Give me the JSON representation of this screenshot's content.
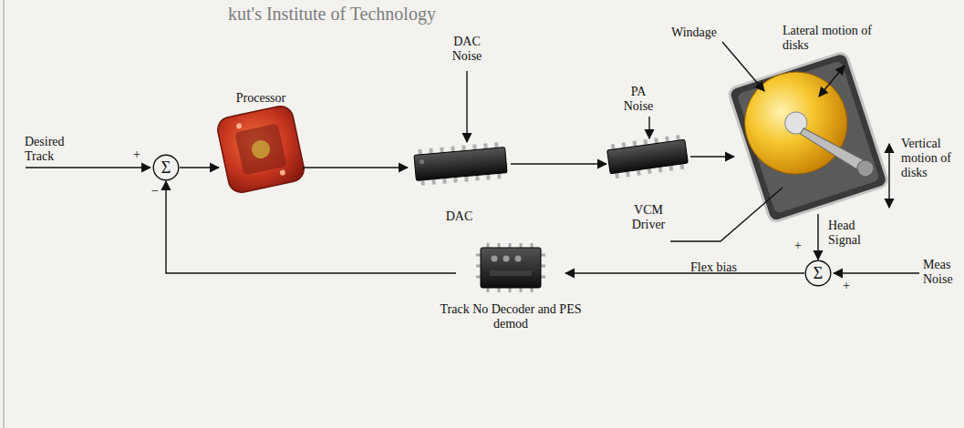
{
  "diagram": {
    "nodes": [
      {
        "text": [
          "Σ"
        ]
      },
      {
        "text": [
          "Processor"
        ]
      },
      {
        "text": [
          "DAC"
        ]
      },
      {
        "text": [
          "VCM Driver"
        ]
      },
      {
        "text": []
      },
      {
        "text": [
          "Track No Decoder and PES demod"
        ]
      },
      {
        "text": [
          "Σ"
        ]
      }
    ],
    "edges": [
      {
        "from": 0,
        "to": 1,
        "arrow": "to"
      },
      {
        "from": 1,
        "to": 2,
        "arrow": "to"
      },
      {
        "from": 2,
        "to": 3,
        "arrow": "to"
      },
      {
        "from": 3,
        "to": 4,
        "arrow": "to"
      },
      {
        "from": 4,
        "to": 6,
        "arrow": "to"
      },
      {
        "from": 6,
        "to": 5,
        "arrow": "to"
      },
      {
        "from": 5,
        "to": 0,
        "arrow": "to"
      }
    ],
    "labels": [
      "kut's Institute of Technology",
      "Desired Track",
      "+",
      "−",
      "DAC Noise",
      "PA Noise",
      "Windage",
      "Lateral motion of disks",
      "Vertical motion of disks",
      "Flex bias",
      "Head Signal",
      "+",
      "Meas Noise",
      "+"
    ]
  }
}
